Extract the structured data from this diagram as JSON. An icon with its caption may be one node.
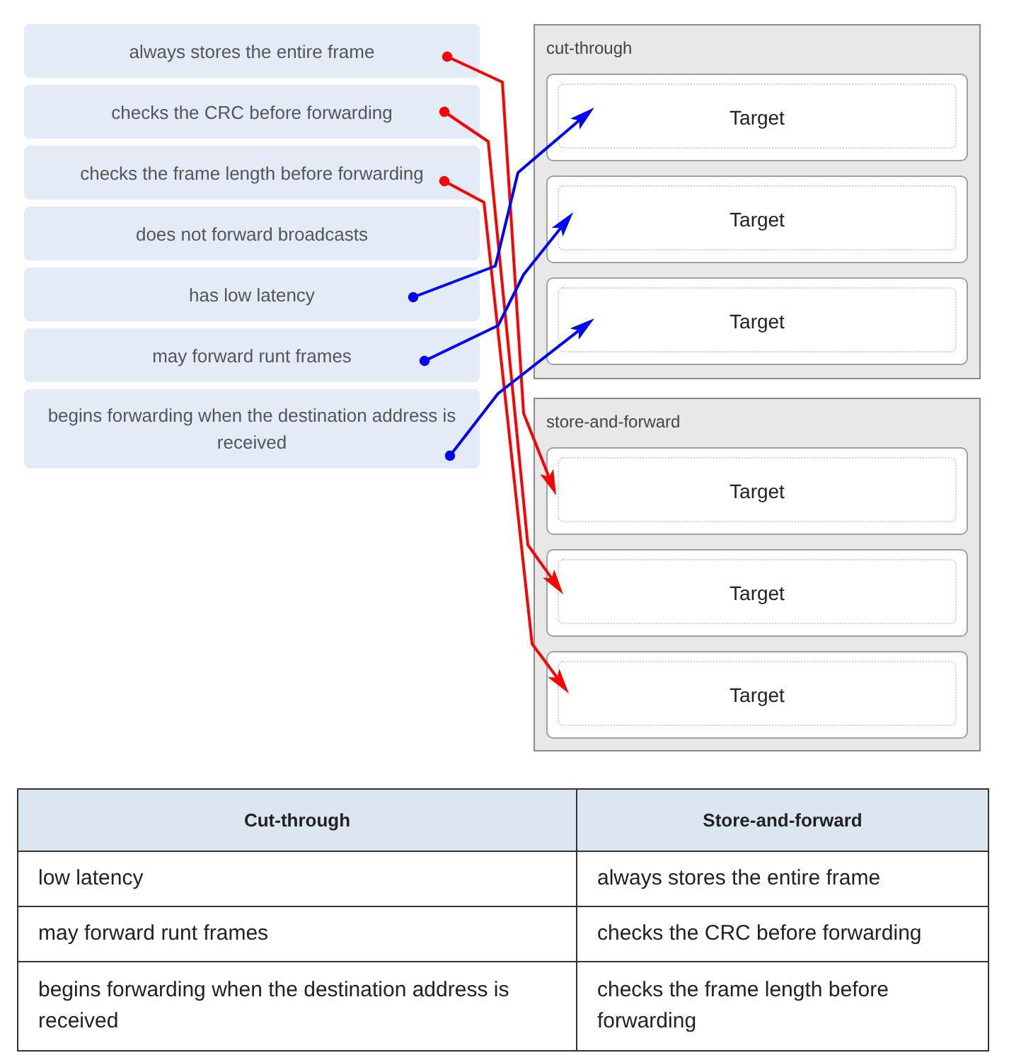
{
  "diagram": {
    "nodes": [
      {
        "text": [
          "always stores the entire frame"
        ]
      },
      {
        "text": [
          "checks the CRC before forwarding"
        ]
      },
      {
        "text": [
          "checks the frame length before forwarding"
        ]
      },
      {
        "text": [
          "does not forward broadcasts"
        ]
      },
      {
        "text": [
          "has low latency"
        ]
      },
      {
        "text": [
          "may forward runt frames"
        ]
      },
      {
        "text": [
          "begins forwarding when the destination address is received"
        ]
      },
      {
        "text": [
          "cut-through"
        ]
      },
      {
        "text": [
          "Target"
        ],
        "in": 7
      },
      {
        "text": [
          "Target"
        ],
        "in": 7
      },
      {
        "text": [
          "Target"
        ],
        "in": 7
      },
      {
        "text": [
          "store-and-forward"
        ]
      },
      {
        "text": [
          "Target"
        ],
        "in": 11
      },
      {
        "text": [
          "Target"
        ],
        "in": 11
      },
      {
        "text": [
          "Target"
        ],
        "in": 11
      }
    ],
    "edges": [
      {
        "from": 0,
        "to": 12,
        "arrow": "to",
        "color": "#ff0000"
      },
      {
        "from": 1,
        "to": 13,
        "arrow": "to",
        "color": "#ff0000"
      },
      {
        "from": 2,
        "to": 14,
        "arrow": "to",
        "color": "#ff0000"
      },
      {
        "from": 4,
        "to": 8,
        "arrow": "to",
        "color": "#0000ff"
      },
      {
        "from": 5,
        "to": 9,
        "arrow": "to",
        "color": "#0000ff"
      },
      {
        "from": 6,
        "to": 10,
        "arrow": "to",
        "color": "#0000ff"
      }
    ],
    "labels": [
      "Cut-through",
      "Store-and-forward",
      "low latency",
      "always stores the entire frame",
      "may forward runt frames",
      "checks the CRC before forwarding",
      "begins forwarding when the destination address is received",
      "checks the frame length before forwarding"
    ]
  }
}
